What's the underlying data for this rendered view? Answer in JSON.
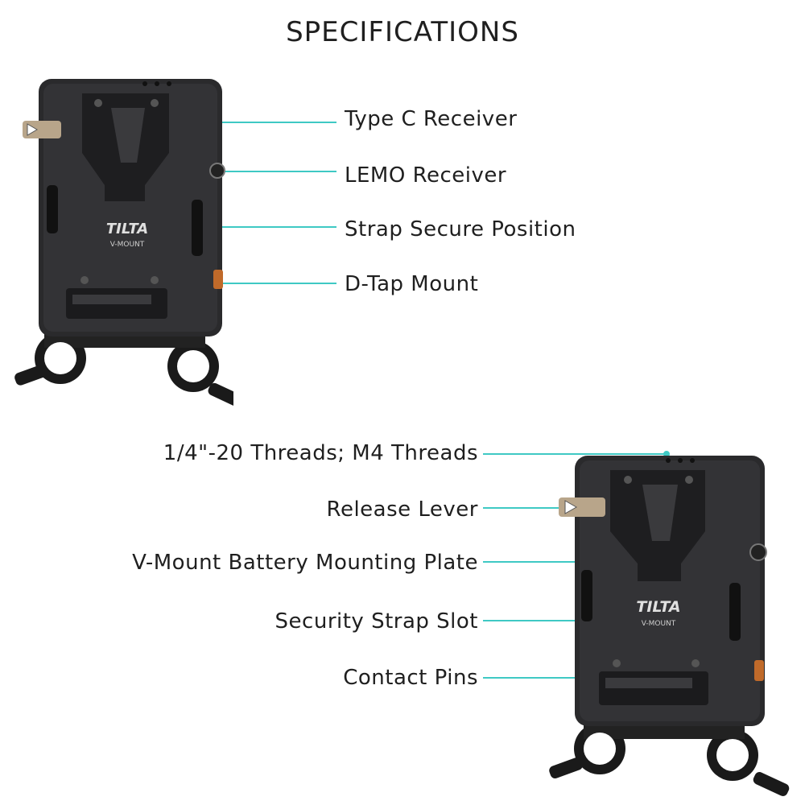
{
  "title": "SPECIFICATIONS",
  "accent_color": "#3fc9c4",
  "device_brand": "TILTA",
  "device_model": "V-MOUNT",
  "top_labels": [
    "Type C Receiver",
    "LEMO Receiver",
    "Strap Secure Position",
    "D-Tap Mount"
  ],
  "bottom_labels": [
    "1/4\"-20 Threads; M4 Threads",
    "Release Lever",
    "V-Mount Battery Mounting Plate",
    "Security Strap Slot",
    "Contact Pins"
  ]
}
